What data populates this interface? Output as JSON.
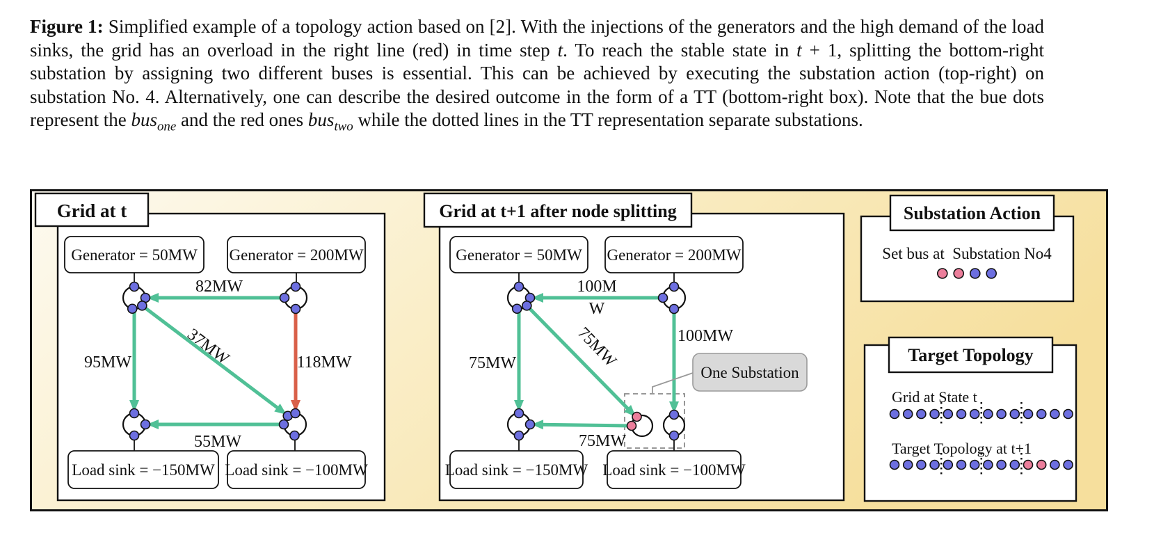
{
  "caption": {
    "segments": [
      {
        "b": true,
        "text": "Figure 1:"
      },
      {
        "text": " Simplified example of a topology action based on [2]. With the injections of the generators and the high demand of the load sinks, the grid has an overload in the right line (red) in time step "
      },
      {
        "i": true,
        "text": "t"
      },
      {
        "text": ". To reach the stable state in "
      },
      {
        "i": true,
        "text": "t"
      },
      {
        "text": " + 1, splitting the bottom-right substation by assigning two different buses is essential. This can be achieved by executing the substation action (top-right) on substation No. 4. Alternatively, one can describe the desired outcome in the form of a TT (bottom-right box). Note that the bue dots represent the "
      },
      {
        "i": true,
        "text": "bus",
        "sub": "one"
      },
      {
        "text": " and the red ones "
      },
      {
        "i": true,
        "text": "bus",
        "sub": "two"
      },
      {
        "text": " while the dotted lines in the TT representation separate substations."
      }
    ]
  },
  "colors": {
    "flow_normal": "#50c096",
    "flow_label": "#63cda2",
    "flow_overload": "#d96049",
    "overload_label": "#de654e",
    "bus_one": "#6d6fe0",
    "bus_two": "#ec7e9b",
    "bg_light": "#fdfaf0",
    "bg_mid": "#faeec8",
    "bg_gold": "#f6df9d",
    "callout_bg": "#d9d9d9"
  },
  "grid_t": {
    "title": "Grid at t",
    "generator_left": "Generator = 50MW",
    "generator_right": "Generator = 200MW",
    "load_left": "Load sink = −150MW",
    "load_right": "Load sink = −100MW",
    "flows": {
      "top": "82MW",
      "left": "95MW",
      "diagonal": "37MW",
      "right": "118MW",
      "bottom": "55MW"
    },
    "overloaded_flow": "right"
  },
  "grid_t1": {
    "title": "Grid at t+1 after node splitting",
    "generator_left": "Generator = 50MW",
    "generator_right": "Generator = 200MW",
    "load_left": "Load sink = −150MW",
    "load_right": "Load sink = −100MW",
    "flows": {
      "top": [
        "100M",
        "W"
      ],
      "left": "75MW",
      "diagonal": "75MW",
      "right": "100MW",
      "bottom": "75MW"
    },
    "callout": "One Substation"
  },
  "substation_action": {
    "title": "Substation Action",
    "text": "Set bus at  Substation No4",
    "dots": [
      "two",
      "two",
      "one",
      "one"
    ]
  },
  "target_topology": {
    "title": "Target Topology",
    "rows": [
      {
        "label": "Grid at State t",
        "groups": [
          [
            "one",
            "one",
            "one",
            "one"
          ],
          [
            "one",
            "one",
            "one"
          ],
          [
            "one",
            "one",
            "one"
          ],
          [
            "one",
            "one",
            "one",
            "one"
          ]
        ]
      },
      {
        "label": "Target Topology at t+1",
        "groups": [
          [
            "one",
            "one",
            "one",
            "one"
          ],
          [
            "one",
            "one",
            "one"
          ],
          [
            "one",
            "one",
            "one"
          ],
          [
            "two",
            "two",
            "one",
            "one"
          ]
        ]
      }
    ]
  }
}
